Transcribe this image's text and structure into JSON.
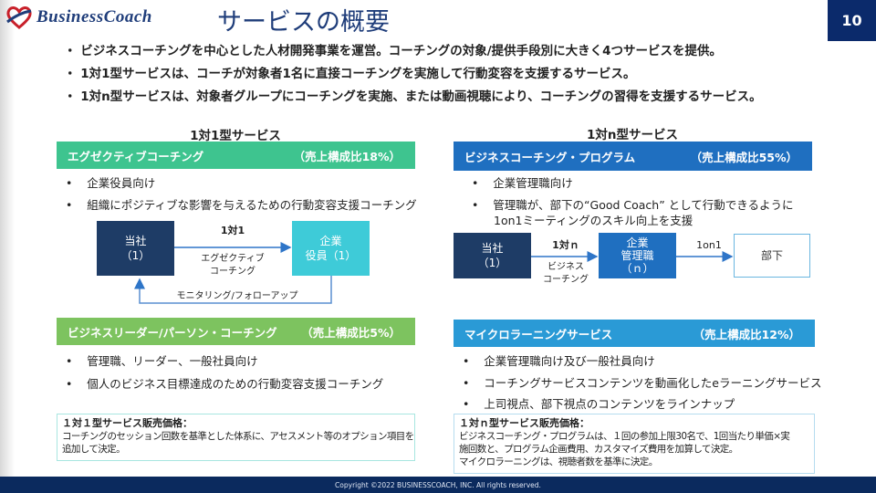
{
  "header": {
    "logo": "BusinessCoach",
    "title": "サービスの概要",
    "page_number": "10"
  },
  "intro_bullets": [
    "ビジネスコーチングを中心とした人材開発事業を運営。コーチングの対象/提供手段別に大きく4つサービスを提供。",
    "1対1型サービスは、コーチが対象者1名に直接コーチングを実施して行動変容を支援するサービス。",
    "1対n型サービスは、対象者グループにコーチングを実施、または動画視聴により、コーチングの習得を支援するサービス。"
  ],
  "left": {
    "heading": "1対1型サービス",
    "exec": {
      "name": "エグゼクティブコーチング",
      "ratio": "（売上構成比18%）",
      "color": "#3ec48f",
      "bullets": [
        "企業役員向け",
        "組織にポジティブな影響を与えるための行動変容支援コーチング"
      ]
    },
    "diagram": {
      "from": [
        "当社",
        "（1）"
      ],
      "to": [
        "企業",
        "役員（1）"
      ],
      "rel": "1対1",
      "arrow_label": [
        "エグゼクティブ",
        "コーチング"
      ],
      "feedback": "モニタリング/フォローアップ"
    },
    "leader": {
      "name": "ビジネスリーダー/パーソン・コーチング",
      "ratio": "（売上構成比5%）",
      "color": "#7dc35f",
      "bullets": [
        "管理職、リーダー、一般社員向け",
        "個人のビジネス目標達成のための行動変容支援コーチング"
      ]
    },
    "price": {
      "title": "１対１型サービス販売価格：",
      "lines": [
        "コーチングのセッション回数を基準とした体系に、アセスメント等のオプション項目を",
        "追加して決定。"
      ]
    }
  },
  "right": {
    "heading": "1対n型サービス",
    "program": {
      "name": "ビジネスコーチング・プログラム",
      "ratio": "（売上構成比55%）",
      "color": "#1f6fc0",
      "bullets": [
        "企業管理職向け",
        "管理職が、部下の“Good Coach” として行動できるように",
        "1on1ミーティングのスキル向上を支援"
      ]
    },
    "diagram": {
      "from": [
        "当社",
        "（1）"
      ],
      "mid": [
        "企業",
        "管理職",
        "（ｎ）"
      ],
      "to": "部下",
      "rel": "1対ｎ",
      "arrow_label": [
        "ビジネス",
        "コーチング"
      ],
      "rel2": "1on1"
    },
    "micro": {
      "name": "マイクロラーニングサービス",
      "ratio": "（売上構成比12%）",
      "color": "#2a9ad6",
      "bullets": [
        "企業管理職向け及び一般社員向け",
        "コーチングサービスコンテンツを動画化したeラーニングサービス",
        "上司視点、部下視点のコンテンツをラインナップ"
      ]
    },
    "price": {
      "title": "１対ｎ型サービス販売価格：",
      "lines": [
        "ビジネスコーチング・プログラムは、１回の参加上限30名で、1回当たり単価×実",
        "施回数と、プログラム企画費用、カスタマイズ費用を加算して決定。",
        "マイクロラーニングは、視聴者数を基準に決定。"
      ]
    }
  },
  "footer": "Copyright ©2022 BUSINESSCOACH, INC. All rights reserved."
}
